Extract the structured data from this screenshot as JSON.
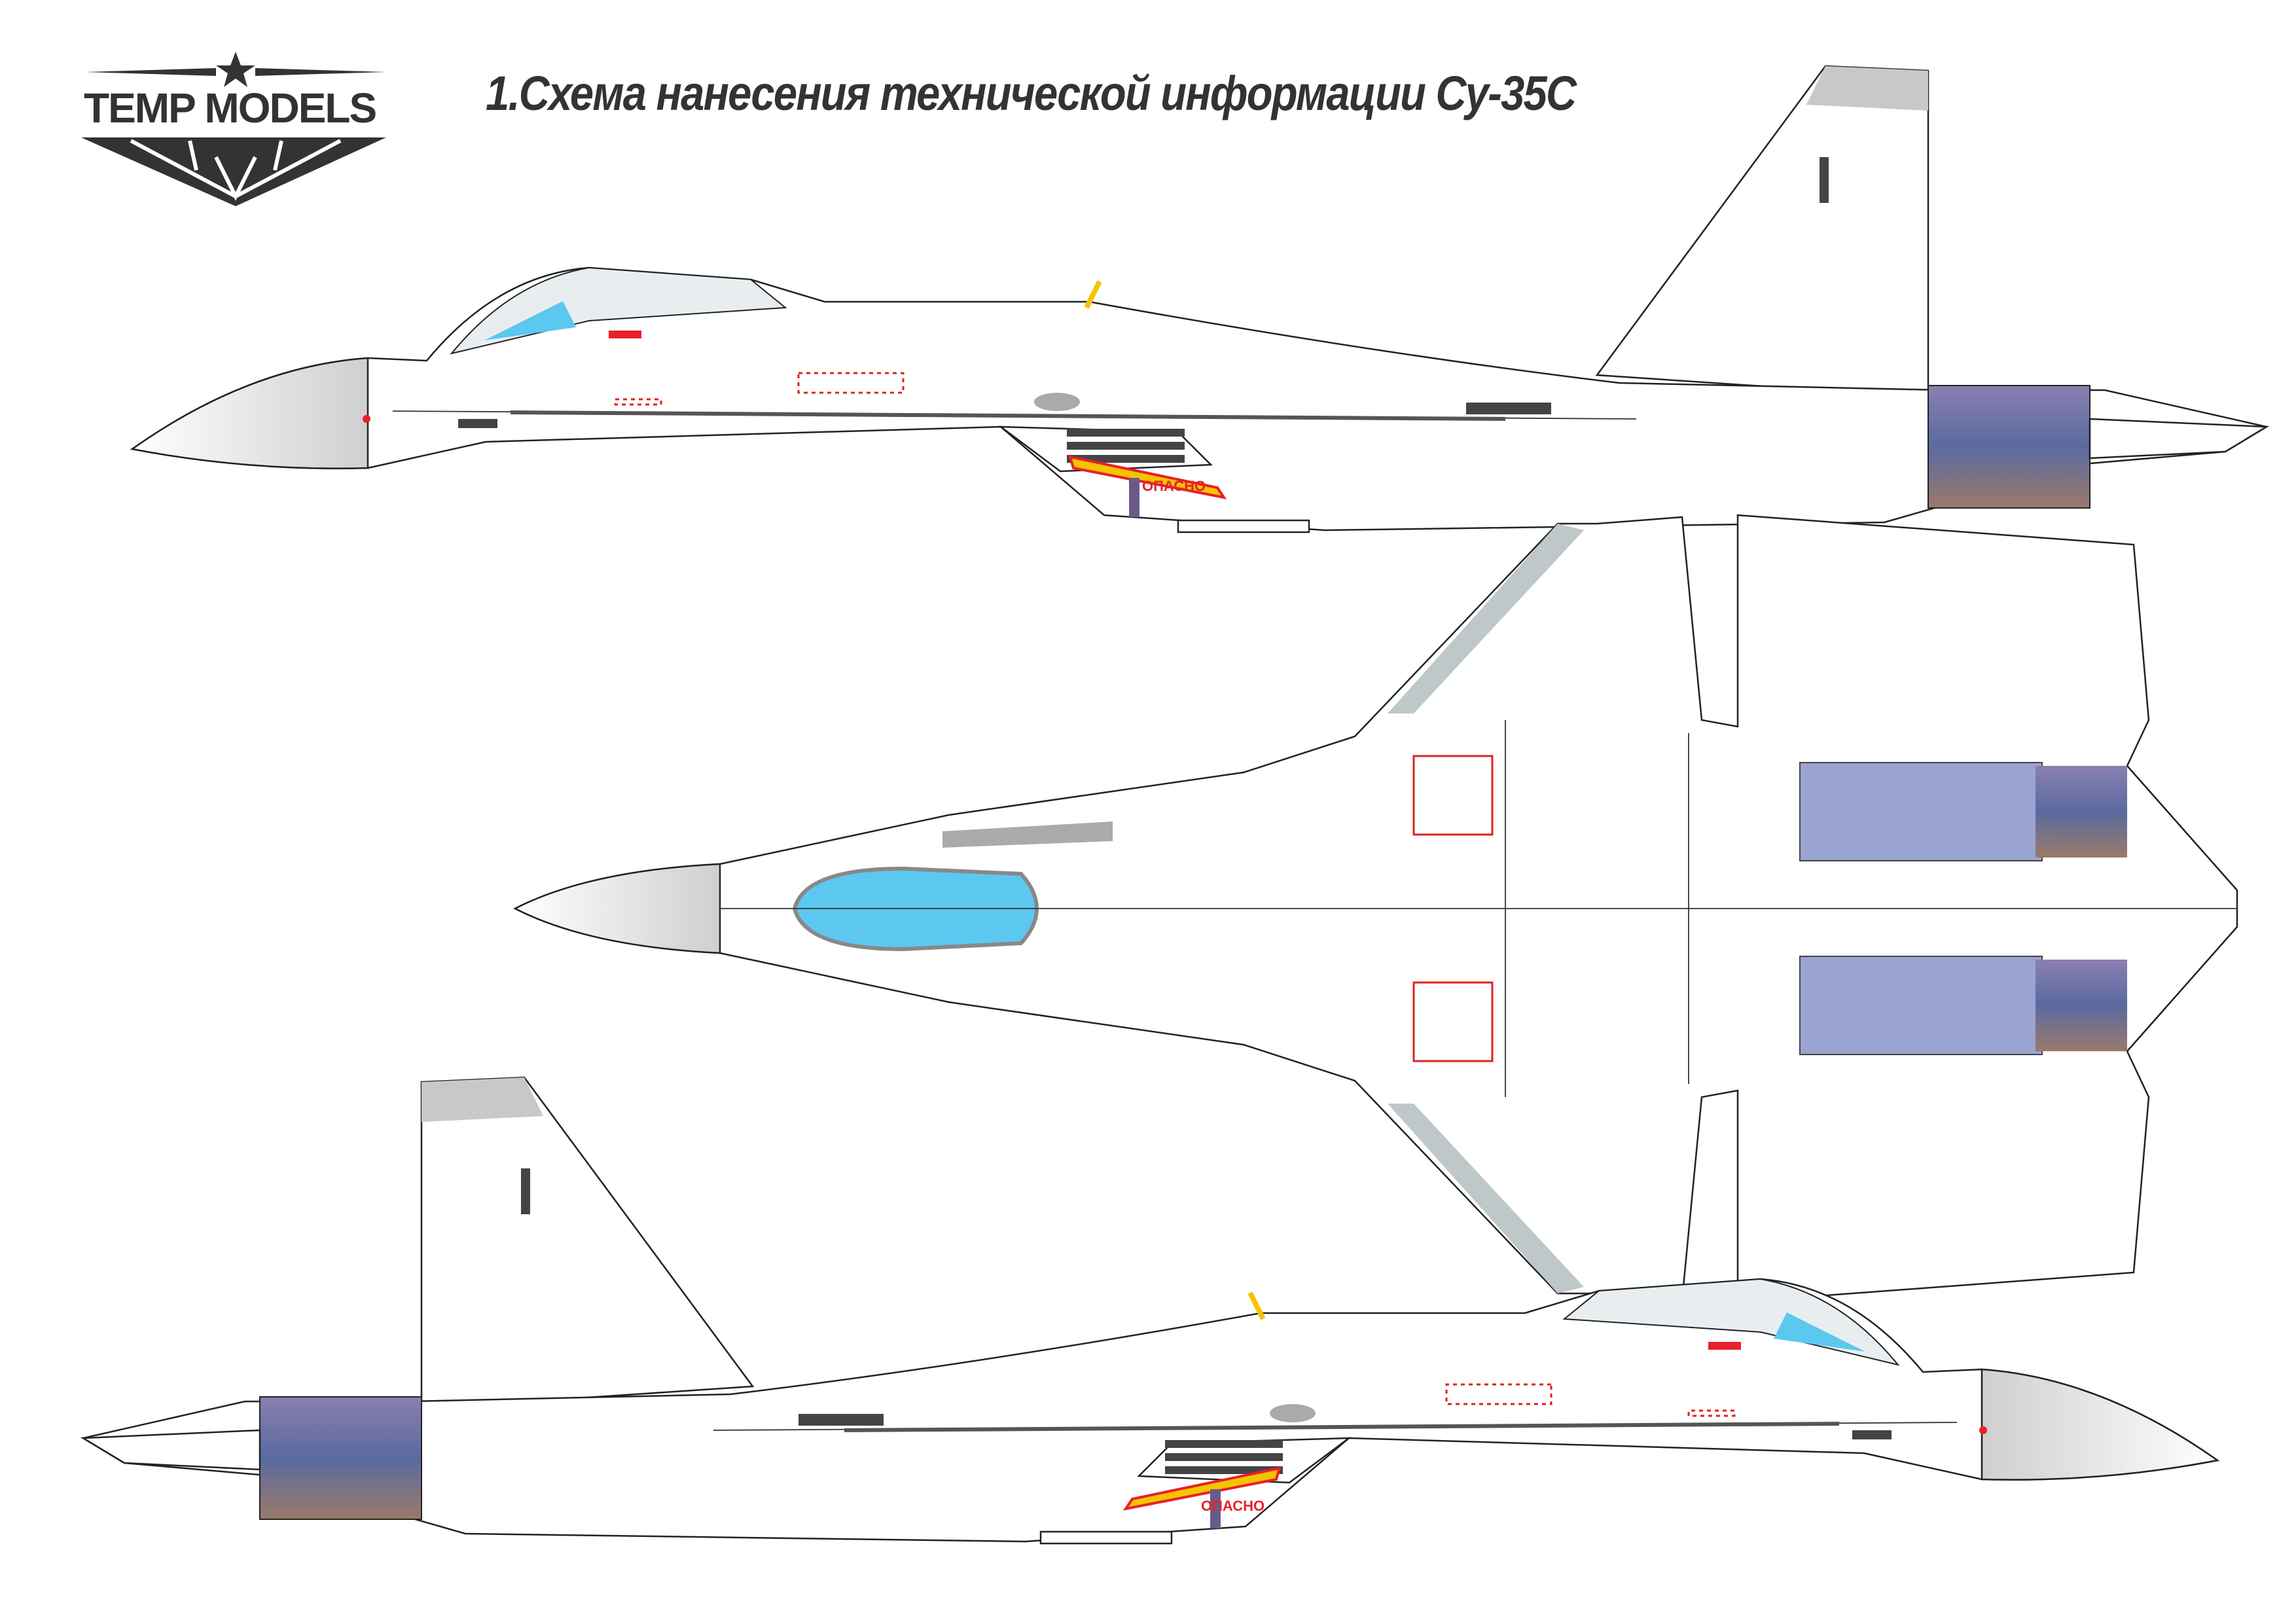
{
  "logo": {
    "text": "TEMP MODELS",
    "color": "#333333"
  },
  "title": "1.Схема нанесения технической информации Су-35С",
  "labels": {
    "danger_top": "ОПАСНО",
    "danger_bottom": "ОПАСНО"
  },
  "colors": {
    "outline": "#222222",
    "stencil_red": "#e8202a",
    "canopy_blue": "#5cc8f0",
    "nozzle": "#6a6a9a",
    "warning_yellow": "#f5c400"
  }
}
